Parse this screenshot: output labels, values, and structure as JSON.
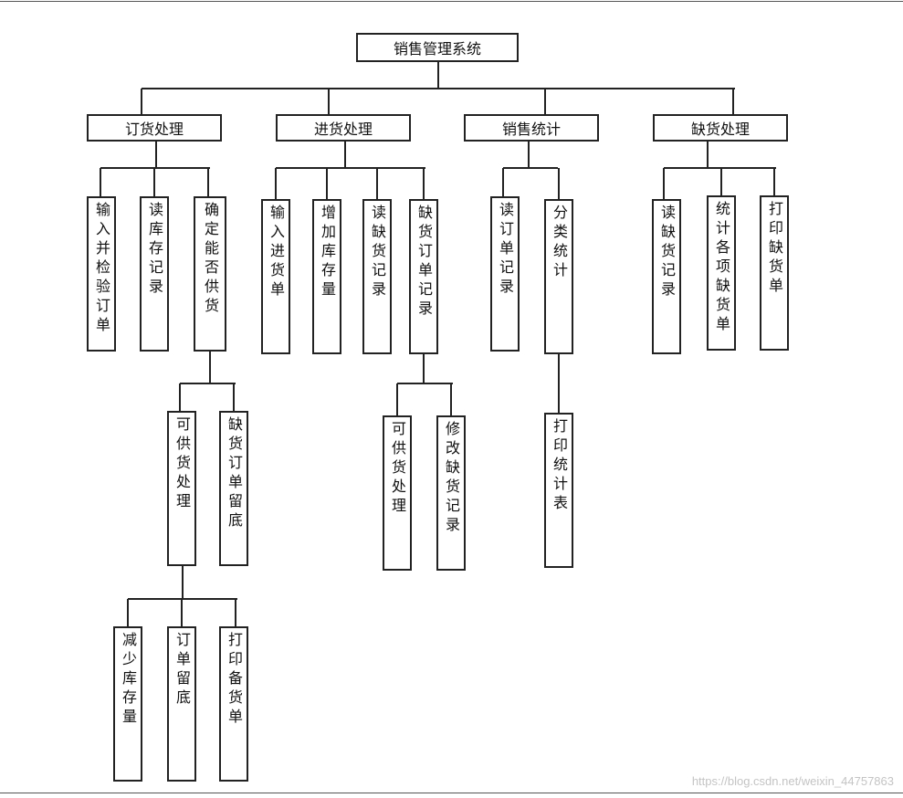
{
  "title": "销售管理系统",
  "modules": [
    {
      "label": "订货处理",
      "children": [
        {
          "label": "输入并检验订单",
          "children": []
        },
        {
          "label": "读库存记录",
          "children": []
        },
        {
          "label": "确定能否供货",
          "children": [
            {
              "label": "可供货处理",
              "children": [
                {
                  "label": "减少库存量"
                },
                {
                  "label": "订单留底"
                },
                {
                  "label": "打印备货单"
                }
              ]
            },
            {
              "label": "缺货订单留底",
              "children": []
            }
          ]
        }
      ]
    },
    {
      "label": "进货处理",
      "children": [
        {
          "label": "输入进货单",
          "children": []
        },
        {
          "label": "增加库存量",
          "children": []
        },
        {
          "label": "读缺货记录",
          "children": []
        },
        {
          "label": "缺货订单记录",
          "children": [
            {
              "label": "可供货处理"
            },
            {
              "label": "修改缺货记录"
            }
          ]
        }
      ]
    },
    {
      "label": "销售统计",
      "children": [
        {
          "label": "读订单记录",
          "children": []
        },
        {
          "label": "分类统计",
          "children": [
            {
              "label": "打印统计表"
            }
          ]
        }
      ]
    },
    {
      "label": "缺货处理",
      "children": [
        {
          "label": "读缺货记录",
          "children": []
        },
        {
          "label": "统计各项缺货单",
          "children": []
        },
        {
          "label": "打印缺货单",
          "children": []
        }
      ]
    }
  ],
  "watermark": "https://blog.csdn.net/weixin_44757863"
}
